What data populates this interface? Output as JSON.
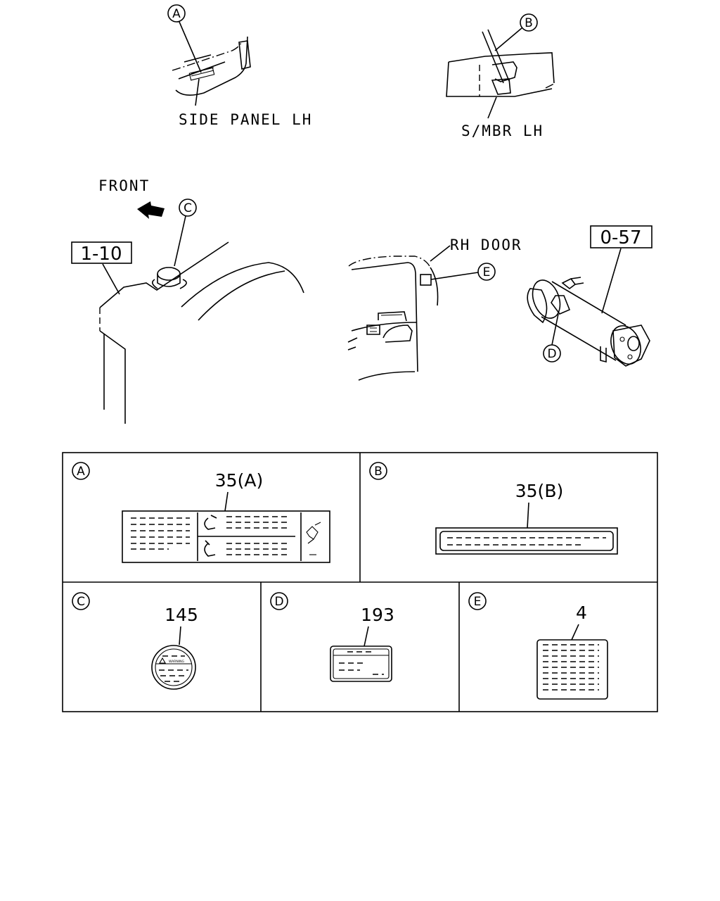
{
  "callouts": {
    "a": "A",
    "b": "B",
    "c": "C",
    "d": "D",
    "e": "E"
  },
  "labels": {
    "side_panel_lh": "SIDE PANEL LH",
    "s_mbr_lh": "S/MBR LH",
    "front": "FRONT",
    "rh_door": "RH DOOR"
  },
  "refs": {
    "ref_1_10": "1-10",
    "ref_0_57": "0-57"
  },
  "parts": {
    "a": "35(A)",
    "b": "35(B)",
    "c": "145",
    "d": "193",
    "e": "4"
  },
  "cap_decal_text": "WARNING"
}
